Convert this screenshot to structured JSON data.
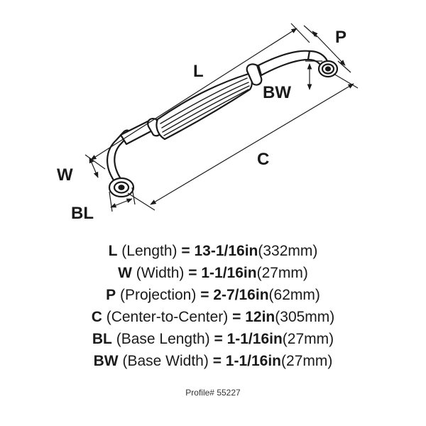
{
  "diagram": {
    "labels": {
      "L": "L",
      "P": "P",
      "BW": "BW",
      "W": "W",
      "C": "C",
      "BL": "BL"
    }
  },
  "specs": [
    {
      "abbr": "L",
      "desc": "(Length)",
      "imperial": "13-1/16in",
      "metric": "(332mm)"
    },
    {
      "abbr": "W",
      "desc": "(Width)",
      "imperial": "1-1/16in",
      "metric": "(27mm)"
    },
    {
      "abbr": "P",
      "desc": "(Projection)",
      "imperial": "2-7/16in",
      "metric": "(62mm)"
    },
    {
      "abbr": "C",
      "desc": "(Center-to-Center)",
      "imperial": "12in",
      "metric": "(305mm)"
    },
    {
      "abbr": "BL",
      "desc": "(Base Length)",
      "imperial": "1-1/16in",
      "metric": "(27mm)"
    },
    {
      "abbr": "BW",
      "desc": "(Base Width)",
      "imperial": "1-1/16in",
      "metric": "(27mm)"
    }
  ],
  "equals": "=",
  "profile": "Profile# 55227",
  "colors": {
    "ink": "#1a1a1a",
    "handle_fill": "#ffffff"
  }
}
